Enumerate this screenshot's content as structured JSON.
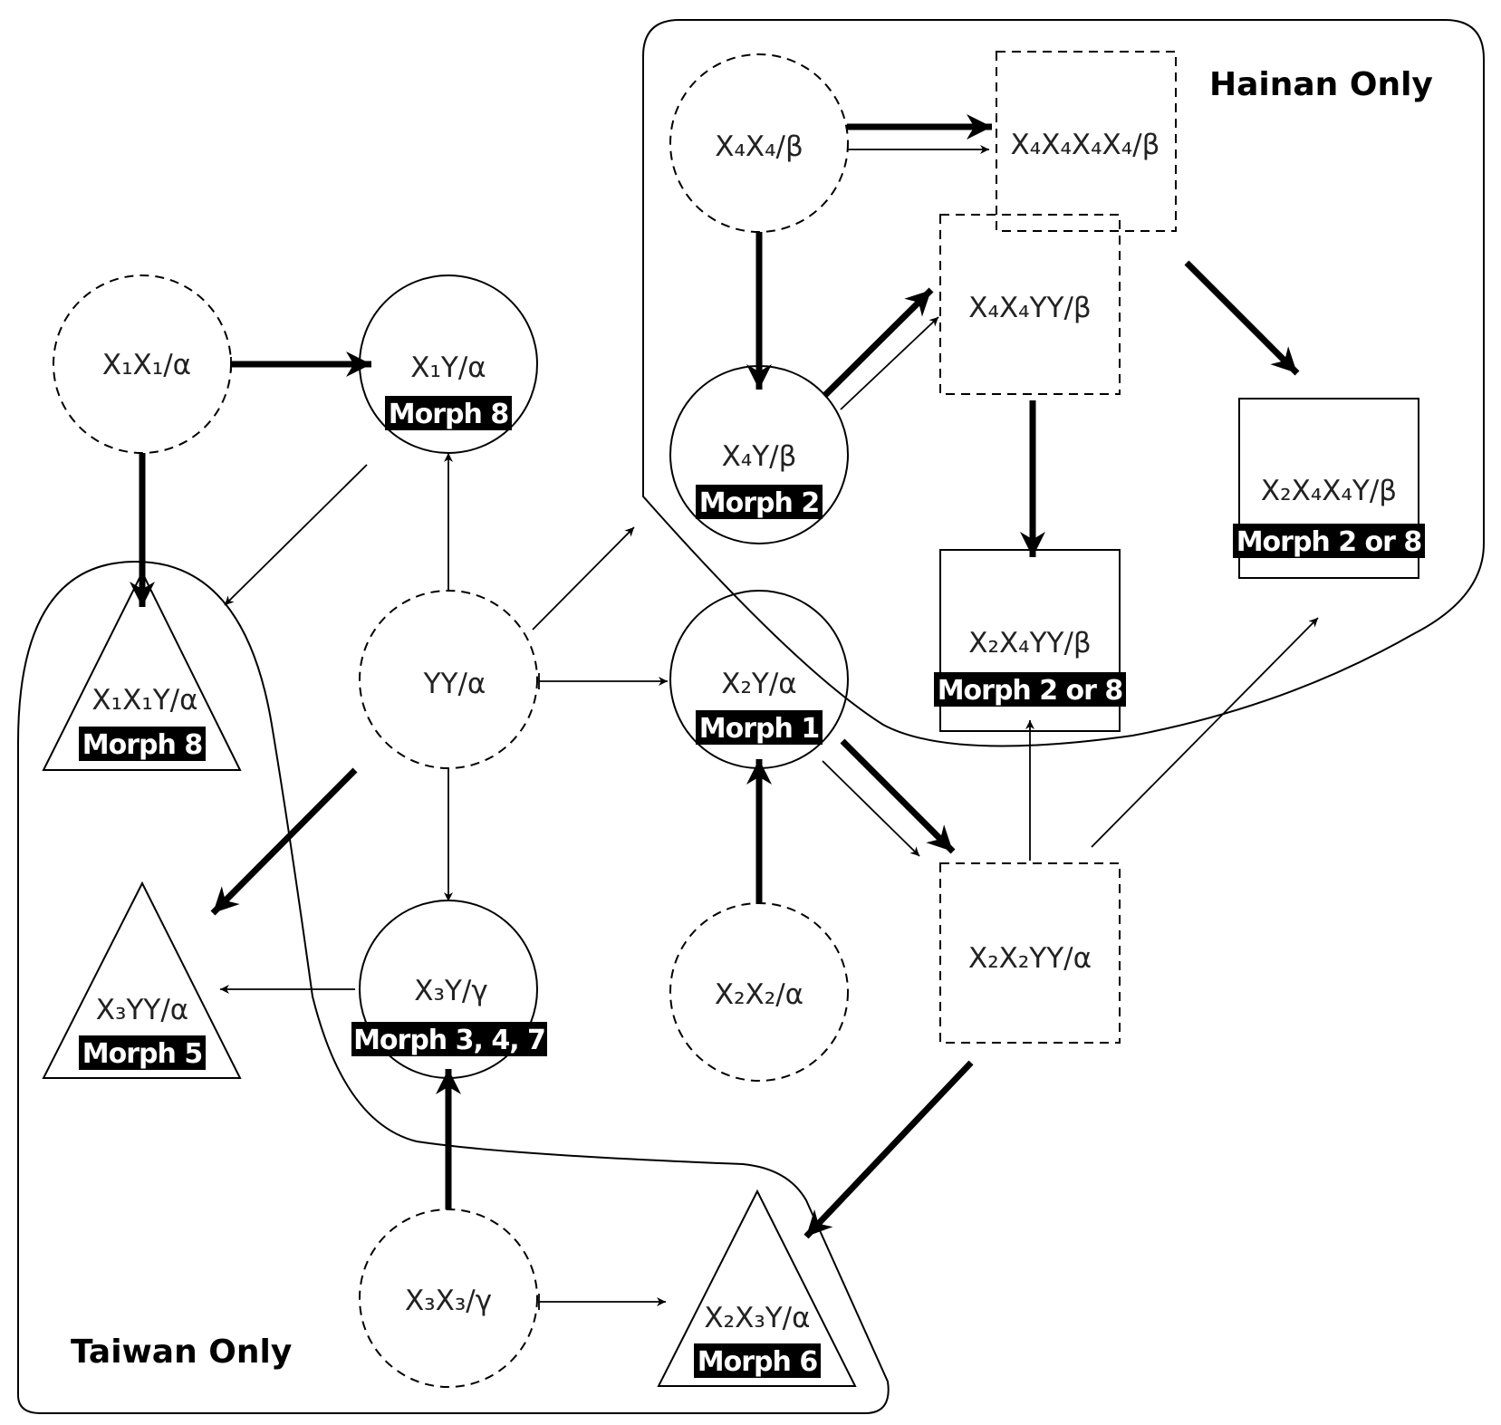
{
  "regions": {
    "hainan": "Hainan Only",
    "taiwan": "Taiwan Only"
  },
  "nodes": {
    "x1x1": "X₁X₁/α",
    "x1y": "X₁Y/α",
    "x1x1y": "X₁X₁Y/α",
    "yy": "YY/α",
    "x3yy": "X₃YY/α",
    "x3y": "X₃Y/γ",
    "x3x3": "X₃X₃/γ",
    "x2x3y": "X₂X₃Y/α",
    "x2y": "X₂Y/α",
    "x2x2": "X₂X₂/α",
    "x2x2yy": "X₂X₂YY/α",
    "x4x4": "X₄X₄/β",
    "x4x4x4x4": "X₄X₄X₄X₄/β",
    "x4x4yy": "X₄X₄YY/β",
    "x4y": "X₄Y/β",
    "x2x4yy": "X₂X₄YY/β",
    "x2x4x4y": "X₂X₄X₄Y/β"
  },
  "morphs": {
    "x1y": "Morph 8",
    "x1x1y": "Morph 8",
    "x3yy": "Morph 5",
    "x3y": "Morph 3, 4, 7",
    "x2x3y": "Morph 6",
    "x2y": "Morph 1",
    "x4y": "Morph 2",
    "x2x4yy": "Morph 2 or 8",
    "x2x4x4y": "Morph 2 or 8"
  }
}
